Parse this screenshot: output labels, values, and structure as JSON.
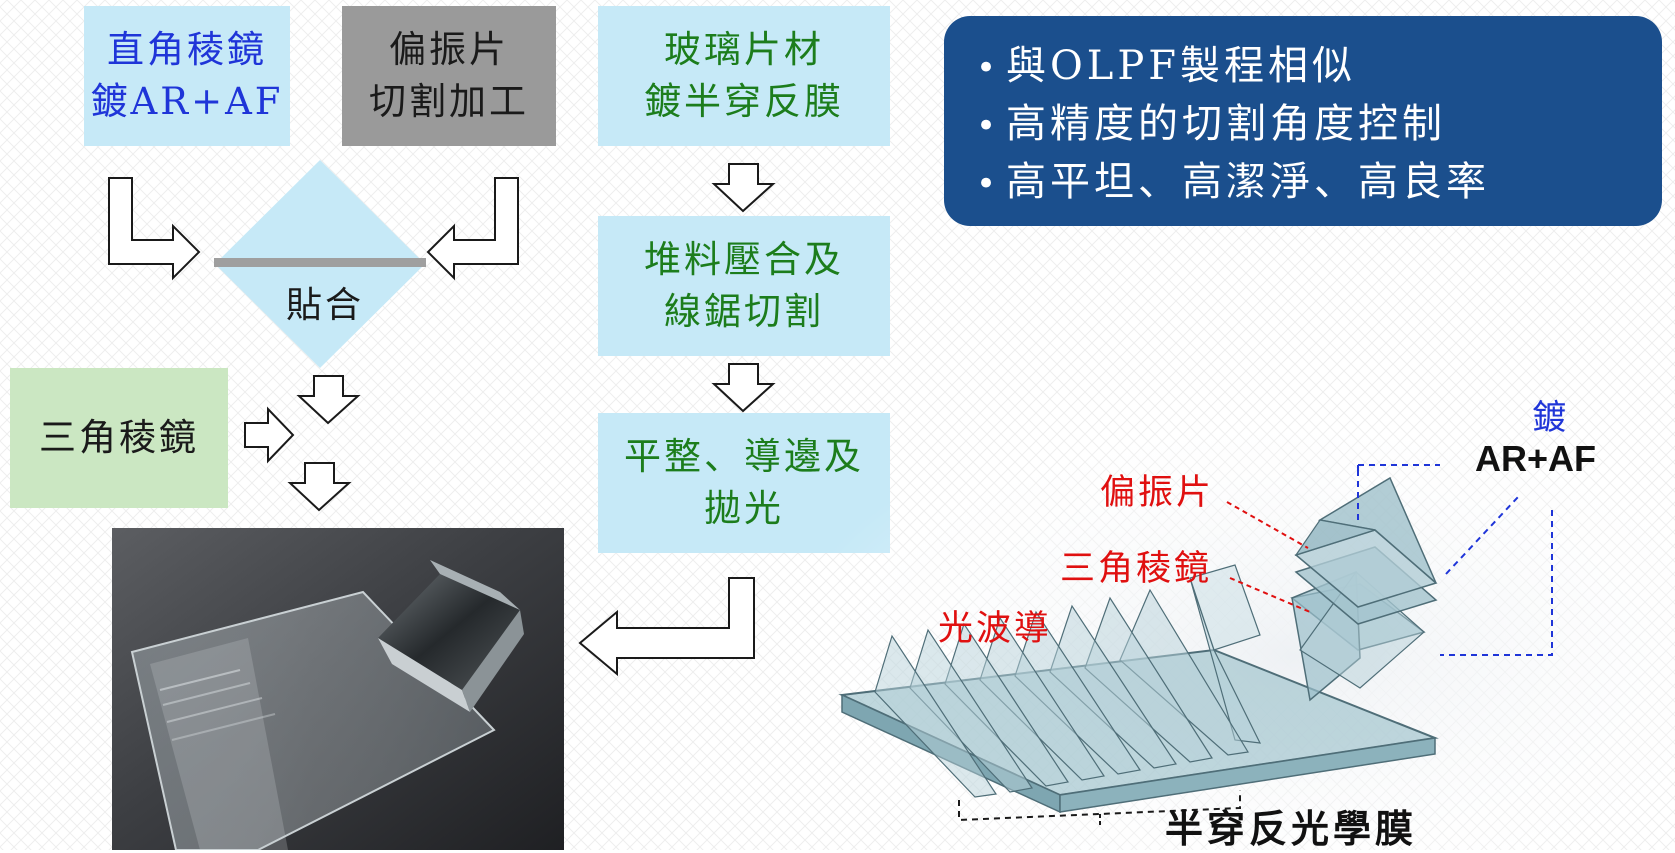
{
  "flow": {
    "prism_coating": [
      "直角稜鏡",
      "鍍AR+AF"
    ],
    "polarizer_cutting": [
      "偏振片",
      "切割加工"
    ],
    "glass_coating": [
      "玻璃片材",
      "鍍半穿反膜"
    ],
    "bonding_label": "貼合",
    "stack_lamination": [
      "堆料壓合及",
      "線鋸切割"
    ],
    "triangular_prism": "三角稜鏡",
    "flatten_polish": [
      "平整、導邊及",
      "拋光"
    ]
  },
  "summary": {
    "items": [
      "與OLPF製程相似",
      "高精度的切割角度控制",
      "高平坦、高潔淨、高良率"
    ]
  },
  "schematic": {
    "coating_label_1": "鍍",
    "coating_label_2": "AR+AF",
    "polarizer_label": "偏振片",
    "prism_label": "三角稜鏡",
    "waveguide_label": "光波導",
    "film_label": "半穿反光學膜"
  },
  "colors": {
    "light_blue_box": "#c6e9f7",
    "grey_box": "#9a9a9a",
    "light_green_box": "#cbe7c2",
    "panel": "#1b4f8d",
    "blue_text": "#1f35d8",
    "green_text": "#1c7d1c",
    "red_label": "#e01010"
  }
}
